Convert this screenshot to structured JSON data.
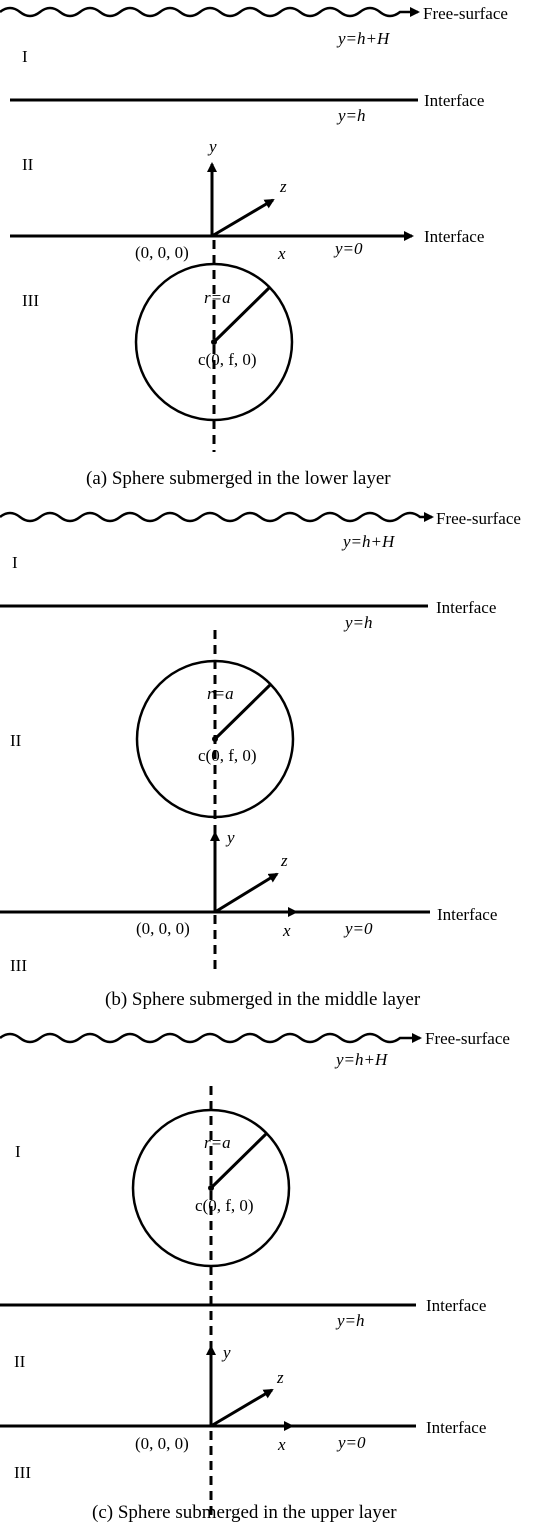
{
  "panels": [
    {
      "free_surface": "Free-surface",
      "y_top": "y=h+H",
      "interface_upper": "Interface",
      "y_h": "y=h",
      "interface_lower": "Interface",
      "y_zero": "y=0",
      "layer_1": "I",
      "layer_2": "II",
      "layer_3": "III",
      "axis_x": "x",
      "axis_y": "y",
      "axis_z": "z",
      "origin": "(0, 0, 0)",
      "radius": "r=a",
      "center": "c(0, f, 0)",
      "caption": "(a) Sphere submerged in the lower layer"
    },
    {
      "free_surface": "Free-surface",
      "y_top": "y=h+H",
      "interface_upper": "Interface",
      "y_h": "y=h",
      "interface_lower": "Interface",
      "y_zero": "y=0",
      "layer_1": "I",
      "layer_2": "II",
      "layer_3": "III",
      "axis_x": "x",
      "axis_y": "y",
      "axis_z": "z",
      "origin": "(0, 0, 0)",
      "radius": "r=a",
      "center": "c(0, f, 0)",
      "caption": "(b) Sphere submerged in the middle layer"
    },
    {
      "free_surface": "Free-surface",
      "y_top": "y=h+H",
      "interface_upper": "Interface",
      "y_h": "y=h",
      "interface_lower": "Interface",
      "y_zero": "y=0",
      "layer_1": "I",
      "layer_2": "II",
      "layer_3": "III",
      "axis_x": "x",
      "axis_y": "y",
      "axis_z": "z",
      "origin": "(0, 0, 0)",
      "radius": "r=a",
      "center": "c(0, f, 0)",
      "caption": "(c) Sphere submerged in the upper layer"
    }
  ]
}
